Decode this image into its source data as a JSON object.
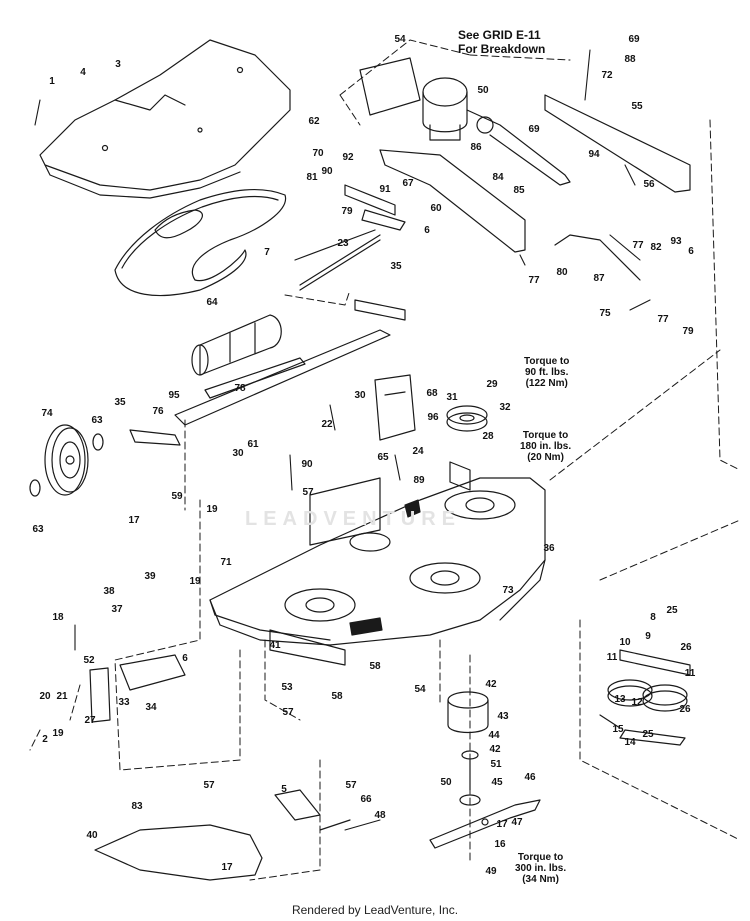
{
  "notes": {
    "see_grid_line1": "See GRID E-11",
    "see_grid_line2": "For Breakdown",
    "torque_90_line1": "Torque to",
    "torque_90_line2": "90 ft. lbs.",
    "torque_90_line3": "(122 Nm)",
    "torque_180_line1": "Torque to",
    "torque_180_line2": "180 in. lbs.",
    "torque_180_line3": "(20 Nm)",
    "torque_300_line1": "Torque to",
    "torque_300_line2": "300 in. lbs.",
    "torque_300_line3": "(34 Nm)"
  },
  "watermark": "LEADVENTURE",
  "footer": "Rendered by LeadVenture, Inc.",
  "callouts": [
    "1",
    "2",
    "3",
    "4",
    "5",
    "6",
    "6",
    "6",
    "7",
    "8",
    "9",
    "10",
    "11",
    "11",
    "12",
    "13",
    "14",
    "15",
    "16",
    "17",
    "17",
    "17",
    "18",
    "19",
    "19",
    "19",
    "20",
    "21",
    "22",
    "23",
    "24",
    "25",
    "25",
    "26",
    "26",
    "27",
    "28",
    "29",
    "30",
    "30",
    "31",
    "32",
    "33",
    "34",
    "35",
    "35",
    "36",
    "37",
    "38",
    "39",
    "40",
    "41",
    "42",
    "42",
    "43",
    "44",
    "45",
    "46",
    "47",
    "48",
    "49",
    "50",
    "50",
    "51",
    "52",
    "53",
    "54",
    "54",
    "55",
    "56",
    "57",
    "57",
    "57",
    "57",
    "58",
    "58",
    "59",
    "60",
    "61",
    "62",
    "63",
    "63",
    "64",
    "65",
    "66",
    "67",
    "68",
    "69",
    "69",
    "70",
    "71",
    "72",
    "73",
    "74",
    "75",
    "76",
    "77",
    "77",
    "77",
    "78",
    "79",
    "79",
    "80",
    "81",
    "82",
    "83",
    "84",
    "85",
    "86",
    "87",
    "88",
    "89",
    "90",
    "90",
    "91",
    "92",
    "93",
    "94",
    "95",
    "96"
  ]
}
